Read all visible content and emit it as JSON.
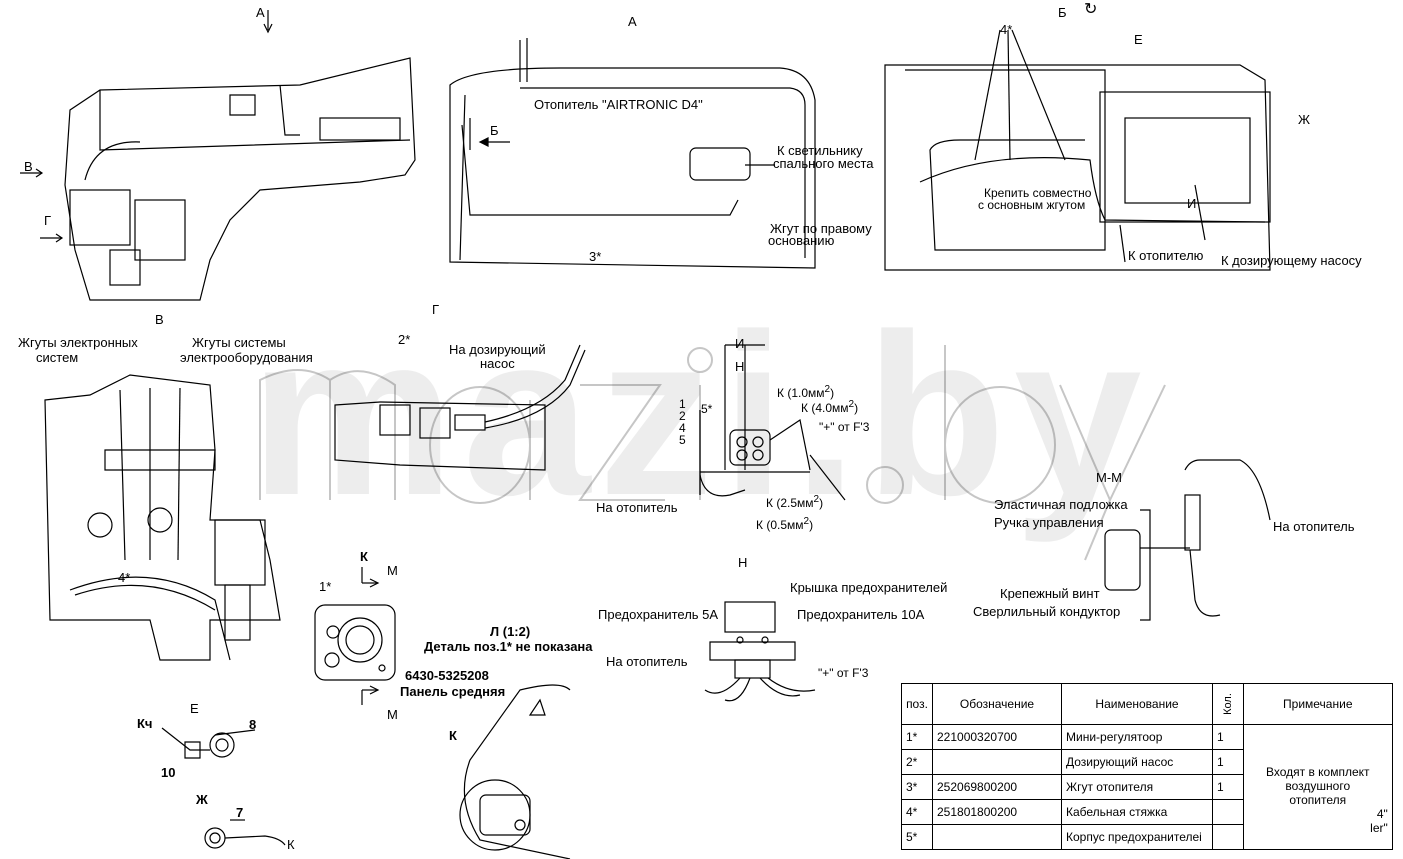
{
  "views": {
    "a_arrow": "А",
    "a_title": "А",
    "b_title": "Б",
    "v_title": "В",
    "g_title": "Г",
    "h_title": "Н",
    "mm_title": "М-М",
    "e_title": "Е",
    "zh_title": "Ж",
    "k_title": "К",
    "k_view": "К",
    "m_top": "М",
    "m_bottom": "М",
    "l_title": "Л (1:2)",
    "l_sub": "Деталь поз.1* не показана"
  },
  "left_labels": {
    "v": "В",
    "g": "Г"
  },
  "view_a": {
    "heater": "Отопитель \"AIRTRONIC D4\"",
    "b_mark": "Б",
    "lamp_1": "К  светильнику",
    "lamp_2": "спального места",
    "harness_1": "Жгут по правому",
    "harness_2": "основанию",
    "pos3": "3*"
  },
  "view_b": {
    "pos4": "4*",
    "e_mark": "Е",
    "zh_mark": "Ж",
    "fix_1": "Крепить совместно",
    "fix_2": "с основным жгутом",
    "i_mark": "И",
    "to_heater": "К отопителю",
    "to_pump": "К дозирующему насосу"
  },
  "view_v": {
    "electronic_1": "Жгуты электронных",
    "electronic_2": "систем",
    "electric_1": "Жгуты системы",
    "electric_2": "электрооборудования",
    "pos4": "4*"
  },
  "view_g": {
    "pos2": "2*",
    "pump_1": "На дозирующий",
    "pump_2": "насос"
  },
  "view_i": {
    "title": "И",
    "h_mark": "Н",
    "pos5": "5*",
    "n1": "1",
    "n2": "2",
    "n4": "4",
    "n5": "5",
    "k1": "К (1.0мм",
    "k4": "К (4.0мм",
    "plus": "\"+\" от F'3",
    "k25": "К (2.5мм",
    "k05": "К (0.5мм",
    "sq": "2",
    "to_heater": "На отопитель"
  },
  "view_h": {
    "cover": "Крышка предохранителей",
    "fuse5": "Предохранитель 5А",
    "fuse10": "Предохранитель 10А",
    "to_heater": "На отопитель",
    "plus": "\"+\" от F'3"
  },
  "view_mm": {
    "pad": "Эластичная подложка",
    "handle": "Ручка управления",
    "screw": "Крепежный винт",
    "jig": "Сверлильный кондуктор",
    "to_heater": "На отопитель"
  },
  "view_k": {
    "pos1": "1*",
    "part_no": "6430-5325208",
    "panel": "Панель средняя"
  },
  "view_e": {
    "kch": "Кч",
    "n8": "8",
    "n10": "10"
  },
  "view_zh": {
    "n7": "7",
    "k": "К"
  },
  "watermark": "mazi.by",
  "spec_table": {
    "headers": [
      "поз.",
      "Обозначение",
      "Наименование",
      "Кол.",
      "Примечание"
    ],
    "rows": [
      {
        "pos": "1*",
        "code": "221000320700",
        "name": "Мини-регулятоор",
        "qty": "1"
      },
      {
        "pos": "2*",
        "code": "",
        "name": "Дозирующий насос",
        "qty": "1"
      },
      {
        "pos": "3*",
        "code": "252069800200",
        "name": "Жгут отопителя",
        "qty": "1"
      },
      {
        "pos": "4*",
        "code": "251801800200",
        "name": "Кабельная стяжка",
        "qty": ""
      },
      {
        "pos": "5*",
        "code": "",
        "name": "Корпус предохранителеі",
        "qty": ""
      }
    ],
    "note_1": "Входят в комплект",
    "note_2": "воздушного",
    "note_3": "отопителя",
    "note_cut_1": "4\"",
    "note_cut_2": "ler\""
  }
}
